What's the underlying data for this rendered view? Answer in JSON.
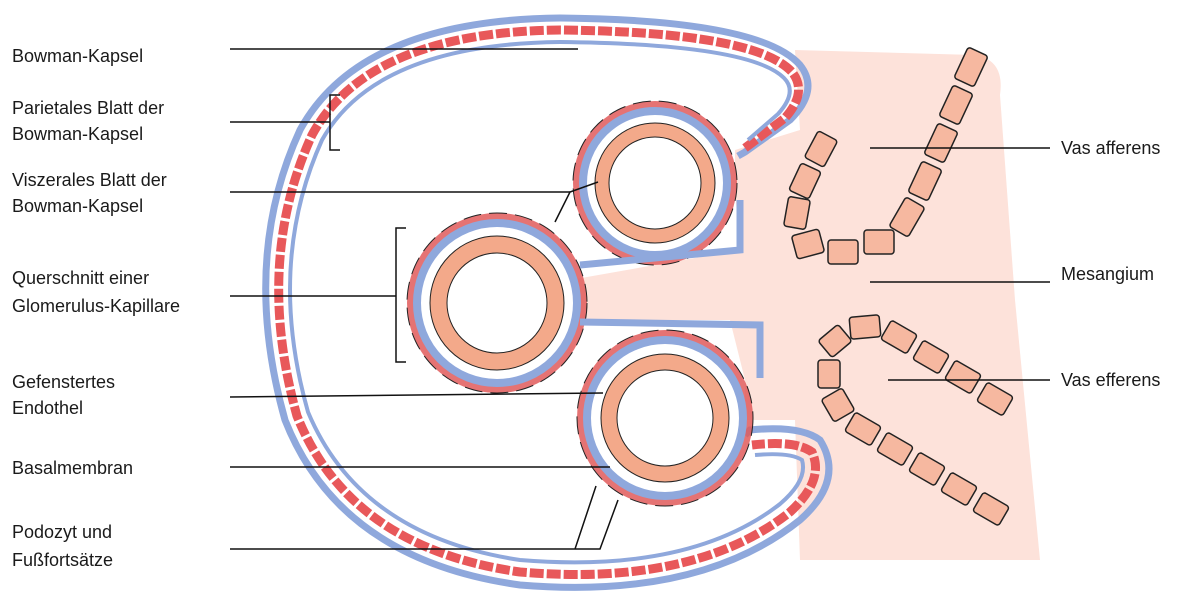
{
  "labels": {
    "bowman_kapsel": "Bowman-Kapsel",
    "parietales_1": "Parietales Blatt der",
    "parietales_2": "Bowman-Kapsel",
    "viszerales_1": "Viszerales Blatt der",
    "viszerales_2": "Bowman-Kapsel",
    "querschnitt_1": "Querschnitt einer",
    "querschnitt_2": "Glomerulus-Kapillare",
    "endothel_1": "Gefenstertes",
    "endothel_2": "Endothel",
    "basalmembran": "Basalmembran",
    "podozyt_1": "Podozyt und",
    "podozyt_2": "Fußfortsätze",
    "vas_afferens": "Vas afferens",
    "mesangium": "Mesangium",
    "vas_efferens": "Vas efferens"
  },
  "colors": {
    "capsule_membrane": "#8fa8dc",
    "parietal_cells": "#e8585a",
    "podocytes": "#e05a5a",
    "endothelial_cells": "#f3a98a",
    "vessel_cells": "#f6b8a0",
    "mesangium": "#fde2da",
    "outline": "#222222"
  }
}
